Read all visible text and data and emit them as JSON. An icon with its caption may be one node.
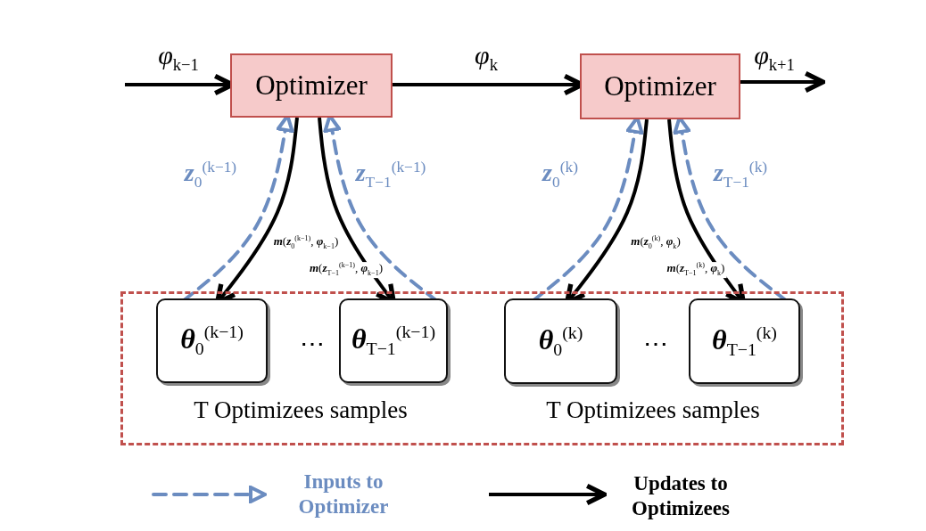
{
  "diagram": {
    "nodes": [
      {
        "text": [
          "Optimizer"
        ]
      },
      {
        "text": [
          "Optimizer"
        ]
      },
      {
        "text": [
          "T Optimizees samples",
          "T Optimizees samples"
        ]
      },
      {
        "text": [
          "**θ**$_{0}$$^{(k−1)}$"
        ],
        "in": 2
      },
      {
        "text": [
          "**θ**$_{T−1}$$^{(k−1)}$"
        ],
        "in": 2
      },
      {
        "text": [
          "**θ**$_{0}$$^{(k)}$"
        ],
        "in": 2
      },
      {
        "text": [
          "**θ**$_{T−1}$$^{(k)}$"
        ],
        "in": 2
      }
    ],
    "edges": [
      {
        "from": null,
        "to": 0,
        "arrow": "to",
        "label": "*φ*$_{k−1}$"
      },
      {
        "from": 0,
        "to": 1,
        "arrow": "to",
        "label": "*φ*$_{k}$"
      },
      {
        "from": 1,
        "to": null,
        "arrow": "to",
        "label": "*φ*$_{k+1}$"
      },
      {
        "from": 0,
        "to": 3,
        "arrow": "to",
        "label": "**m**(**z**$_{0}$$^{(k−1)}$, **φ**$_{k−1}$)"
      },
      {
        "from": 3,
        "to": 0,
        "arrow": "to",
        "style": "dashed",
        "color": "#6b8cc0",
        "label": "**z**$_{0}$$^{(k−1)}$"
      },
      {
        "from": 0,
        "to": 4,
        "arrow": "to",
        "label": "**m**(**z**$_{T−1}$$^{(k−1)}$, **φ**$_{k−1}$)"
      },
      {
        "from": 4,
        "to": 0,
        "arrow": "to",
        "style": "dashed",
        "color": "#6b8cc0",
        "label": "**z**$_{T−1}$$^{(k−1)}$"
      },
      {
        "from": 1,
        "to": 5,
        "arrow": "to",
        "label": "**m**(**z**$_{0}$$^{(k)}$, **φ**$_{k}$)"
      },
      {
        "from": 5,
        "to": 1,
        "arrow": "to",
        "style": "dashed",
        "color": "#6b8cc0",
        "label": "**z**$_{0}$$^{(k)}$"
      },
      {
        "from": 1,
        "to": 6,
        "arrow": "to",
        "label": "**m**(**z**$_{T−1}$$^{(k)}$, **φ**$_{k}$)"
      },
      {
        "from": 6,
        "to": 1,
        "arrow": "to",
        "style": "dashed",
        "color": "#6b8cc0",
        "label": "**z**$_{T−1}$$^{(k)}$"
      }
    ],
    "labels": [
      "⋯",
      "⋯"
    ],
    "legend": [
      {
        "text": "Inputs to Optimizer"
      },
      {
        "text": "Updates to Optimizees"
      }
    ]
  }
}
